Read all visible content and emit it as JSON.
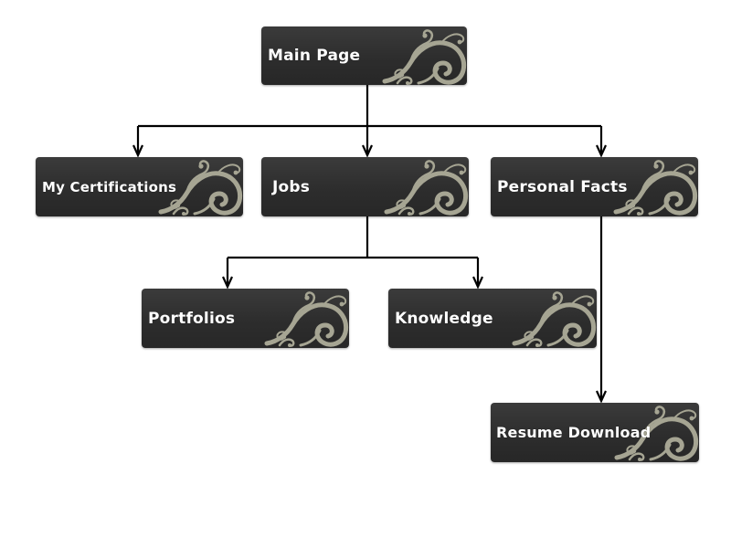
{
  "colors": {
    "node_fill": "#2d2d2d",
    "node_text": "#ffffff",
    "ornament": "#a6a593",
    "connector": "#000000"
  },
  "nodes": {
    "main_page": {
      "label": "Main Page",
      "icon": "swirl-ornament-icon"
    },
    "my_certifications": {
      "label": "My Certifications",
      "icon": "swirl-ornament-icon"
    },
    "jobs": {
      "label": "Jobs",
      "icon": "swirl-ornament-icon"
    },
    "personal_facts": {
      "label": "Personal Facts",
      "icon": "swirl-ornament-icon"
    },
    "portfolios": {
      "label": "Portfolios",
      "icon": "swirl-ornament-icon"
    },
    "knowledge": {
      "label": "Knowledge",
      "icon": "swirl-ornament-icon"
    },
    "resume_download": {
      "label": "Resume Download",
      "icon": "swirl-ornament-icon"
    }
  },
  "edges": [
    {
      "from": "main_page",
      "to": "my_certifications"
    },
    {
      "from": "main_page",
      "to": "jobs"
    },
    {
      "from": "main_page",
      "to": "personal_facts"
    },
    {
      "from": "jobs",
      "to": "portfolios"
    },
    {
      "from": "jobs",
      "to": "knowledge"
    },
    {
      "from": "personal_facts",
      "to": "resume_download"
    }
  ]
}
